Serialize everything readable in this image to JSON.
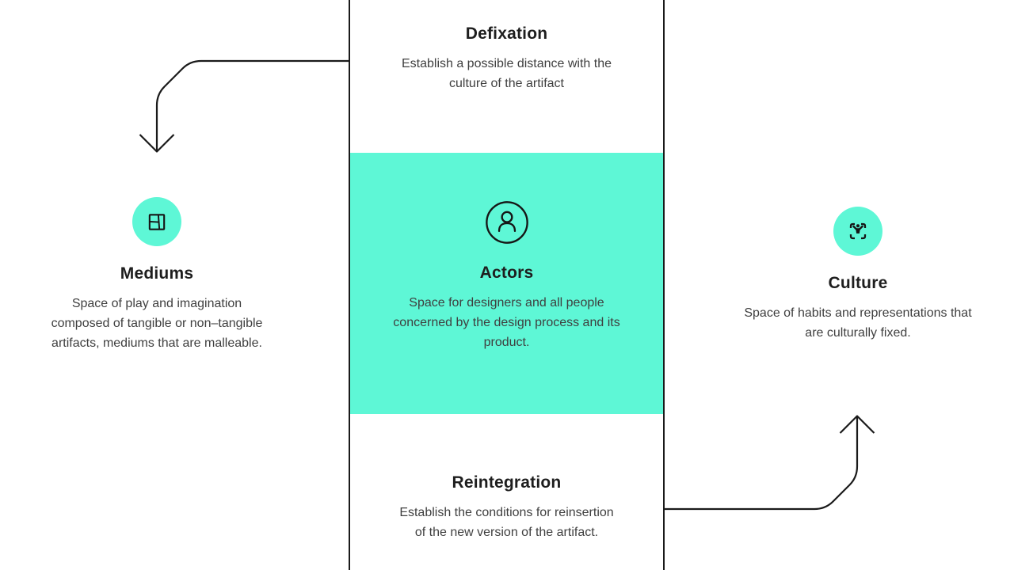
{
  "colors": {
    "accent": "#5ef7d6",
    "line": "#1a1a1a",
    "title": "#1e1e1e",
    "body": "#3f3f3f",
    "bg": "#ffffff"
  },
  "panel": {
    "defixation": {
      "title": "Defixation",
      "description_lines": [
        "Establish a possible distance with the",
        "culture of the artifact"
      ]
    },
    "actors": {
      "title": "Actors",
      "icon": "person-circle-icon",
      "description_lines": [
        "Space for designers and all people",
        "concerned by the design process and its",
        "product."
      ]
    },
    "reintegration": {
      "title": "Reintegration",
      "description_lines": [
        "Establish the conditions for reinsertion",
        "of the new version of the artifact."
      ]
    }
  },
  "sides": {
    "mediums": {
      "title": "Mediums",
      "icon": "layout-icon",
      "description_lines": [
        "Space of play and imagination",
        "composed of tangible or non–tangible",
        "artifacts, mediums that are malleable."
      ]
    },
    "culture": {
      "title": "Culture",
      "icon": "person-scan-icon",
      "description_lines": [
        "Space of habits and representations that",
        "are culturally fixed."
      ]
    }
  }
}
